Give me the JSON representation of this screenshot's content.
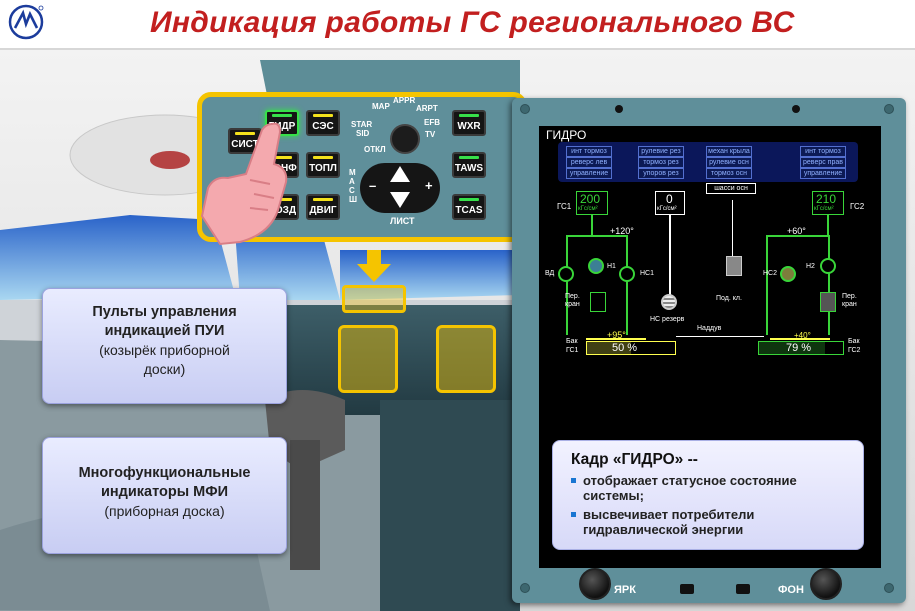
{
  "header": {
    "title": "Индикация работы ГС регионального ВС"
  },
  "overhead_panel": {
    "buttons": [
      {
        "label": "СИСТ",
        "led": "yellow"
      },
      {
        "label": "ГИДР",
        "led": "green"
      },
      {
        "label": "СЭС",
        "led": "yellow"
      },
      {
        "label": "КОНФ",
        "led": "yellow"
      },
      {
        "label": "ТОПЛ",
        "led": "yellow"
      },
      {
        "label": "ВОЗД",
        "led": "yellow"
      },
      {
        "label": "ДВИГ",
        "led": "yellow"
      },
      {
        "label": "WXR",
        "led": "green"
      },
      {
        "label": "TAWS",
        "led": "green"
      },
      {
        "label": "TCAS",
        "led": "green"
      }
    ],
    "selector_labels": [
      "MAP",
      "APPR",
      "ARPT",
      "STAR",
      "SID",
      "EFB",
      "ОТКЛ",
      "TV"
    ],
    "scale_label": "М А С Ш",
    "sheet_label": "ЛИСТ",
    "minus": "–",
    "plus": "+"
  },
  "cards": {
    "pui": {
      "bold1": "Пульты управления",
      "bold2": "индикацией ПУИ",
      "note1": "(козырёк приборной",
      "note2": "доски)"
    },
    "mfi": {
      "bold1": "Многофункциональные",
      "bold2": "индикаторы МФИ",
      "note1": "(приборная доска)"
    }
  },
  "mfi_display": {
    "page_title": "ГИДРО",
    "consumers": [
      [
        "инт тормоз",
        "рулевие рез",
        "механ крыла",
        "инт тормоз"
      ],
      [
        "реверс лев",
        "тормоз рез",
        "рулевие осн",
        "реверс прав"
      ],
      [
        "управление",
        "упоров рез",
        "тормоз осн",
        "управление"
      ]
    ],
    "gear_label": "шасси осн",
    "gs1": {
      "label": "ГС1",
      "pressure": "200",
      "unit": "кГс/см²",
      "temp": "+120°",
      "tank_temp": "+95°",
      "qty": "50 %",
      "tank_label_1": "Бак",
      "tank_label_2": "ГС1",
      "pump_vd": "ВД",
      "pump_nc": "НС1",
      "pump_n": "Н1",
      "valve": "Пер. кран"
    },
    "center": {
      "pressure": "0",
      "unit": "кГс/см²",
      "valve": "Под. кл.",
      "reserve_pump": "НС резерв",
      "pressurization": "Наддув"
    },
    "gs2": {
      "label": "ГС2",
      "pressure": "210",
      "unit": "кГс/см²",
      "temp": "+60°",
      "tank_temp": "+40°",
      "qty": "79 %",
      "tank_label_1": "Бак",
      "tank_label_2": "ГС2",
      "pump_nc": "НС2",
      "pump_n": "Н2",
      "valve": "Пер. кран"
    },
    "buttons": {
      "brightness": "ЯРК",
      "background": "ФОН"
    },
    "colors": {
      "green": "#39d539",
      "yellow": "#ffff4f",
      "blue_text": "#8fb0ff",
      "panel": "#5f8f9a"
    }
  },
  "info_box": {
    "heading": "Кадр «ГИДРО» --",
    "bullets": [
      "отображает статусное состояние системы;",
      "высвечивает потребители гидравлической энергии"
    ]
  }
}
